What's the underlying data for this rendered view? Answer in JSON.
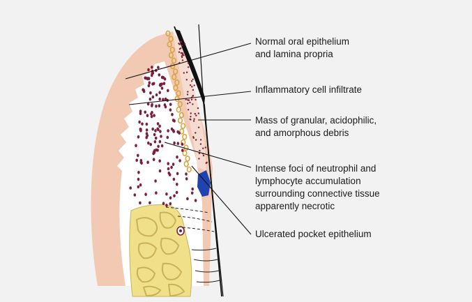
{
  "colors": {
    "background": "#f2f2f2",
    "gingiva": "#f2c9b2",
    "bone": "#f1e08a",
    "bone_marrow": "#c9b256",
    "cell_dots": "#7a1f3d",
    "inflammatory_ring": "#d9a441",
    "ulcer": "#1f44b0",
    "tooth_surface": "#111111"
  },
  "labels": [
    {
      "id": "normal-epithelium",
      "lines": [
        "Normal oral epithelium",
        "and lamina propria"
      ]
    },
    {
      "id": "inflammatory-infiltrate",
      "lines": [
        "Inflammatory cell infiltrate"
      ]
    },
    {
      "id": "debris-mass",
      "lines": [
        "Mass of granular, acidophilic,",
        "and amorphous debris"
      ]
    },
    {
      "id": "neutrophil-foci",
      "lines": [
        "Intense foci of neutrophil and",
        "lymphocyte accumulation",
        "surrounding connective tissue",
        "apparently necrotic"
      ]
    },
    {
      "id": "ulcerated-epithelium",
      "lines": [
        "Ulcerated pocket epithelium"
      ]
    }
  ]
}
